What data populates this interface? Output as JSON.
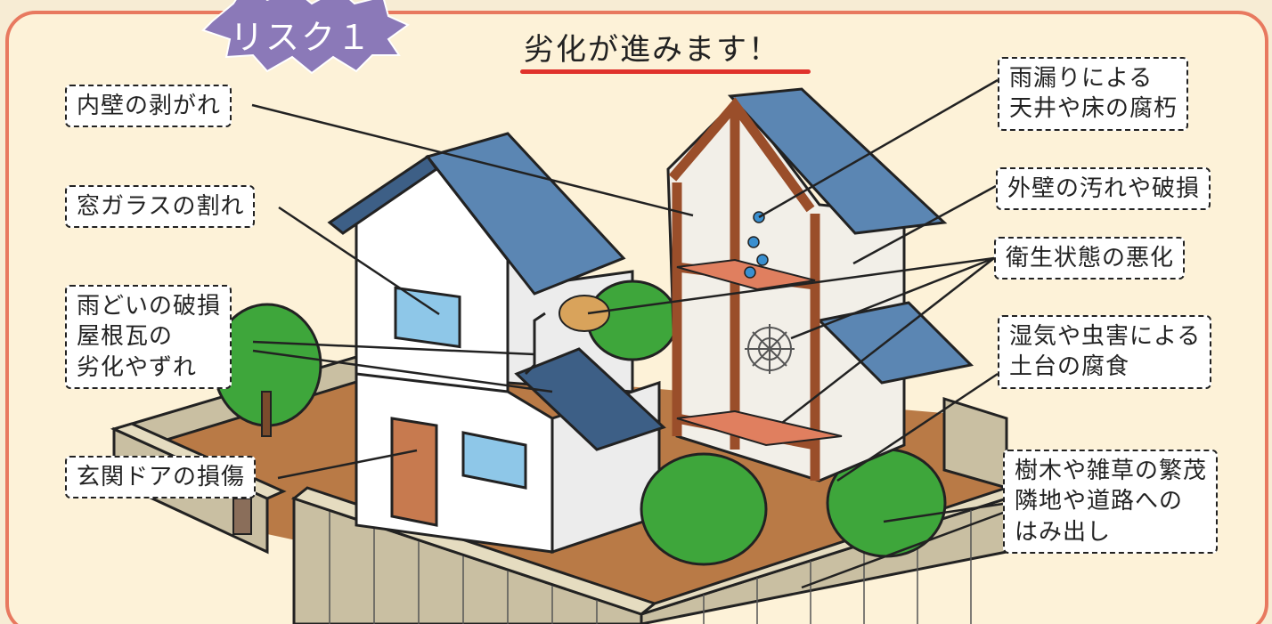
{
  "badge": {
    "label": "リスク１",
    "color": "#8b79b8"
  },
  "title": "劣化が進みます！",
  "colors": {
    "panel_border": "#e8795f",
    "panel_bg": "#fdf2d8",
    "page_bg": "#f7ecd4",
    "roof": "#5b86b3",
    "frame": "#9a4e2a",
    "floor": "#e07f5f",
    "tree": "#3ea63b",
    "wall_block": "#c9bfa2",
    "underline": "#e0322b"
  },
  "callouts": {
    "interior_wall": "内壁の剥がれ",
    "window_glass": "窓ガラスの割れ",
    "gutter": [
      "雨どいの破損",
      "屋根瓦の",
      "劣化やずれ"
    ],
    "entrance_door": "玄関ドアの損傷",
    "rain_leak": [
      "雨漏りによる",
      "天井や床の腐朽"
    ],
    "exterior_wall": "外壁の汚れや破損",
    "hygiene": "衛生状態の悪化",
    "humidity": [
      "湿気や虫害による",
      "土台の腐食"
    ],
    "overgrowth": [
      "樹木や雑草の繁茂",
      "隣地や道路への",
      "はみ出し"
    ]
  }
}
